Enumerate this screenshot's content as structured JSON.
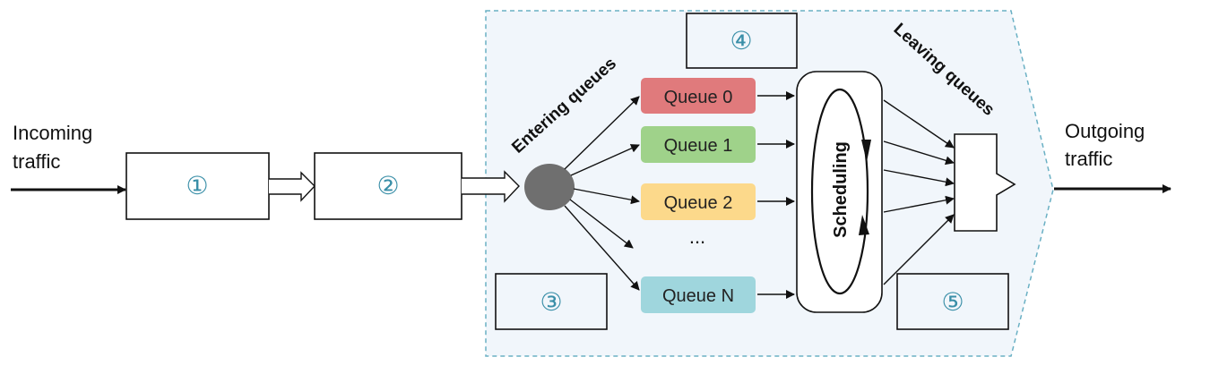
{
  "colors": {
    "line": "#111111",
    "region_fill": "#f1f6fb",
    "region_border": "#6ab0c4",
    "circle_fill": "#6f6f6f",
    "number": "#3a8fa8",
    "queue0": "#e07a7c",
    "queue1": "#9fd28a",
    "queue2": "#fcd98b",
    "queueN": "#9fd6dd"
  },
  "labels": {
    "incoming_line1": "Incoming",
    "incoming_line2": "traffic",
    "outgoing_line1": "Outgoing",
    "outgoing_line2": "traffic",
    "entering": "Entering queues",
    "leaving": "Leaving queues",
    "scheduling": "Scheduling",
    "ellipsis": "..."
  },
  "markers": {
    "m1": "①",
    "m2": "②",
    "m3": "③",
    "m4": "④",
    "m5": "⑤"
  },
  "queues": [
    {
      "label": "Queue 0",
      "color_key": "queue0"
    },
    {
      "label": "Queue 1",
      "color_key": "queue1"
    },
    {
      "label": "Queue 2",
      "color_key": "queue2"
    },
    {
      "label": "Queue N",
      "color_key": "queueN"
    }
  ]
}
